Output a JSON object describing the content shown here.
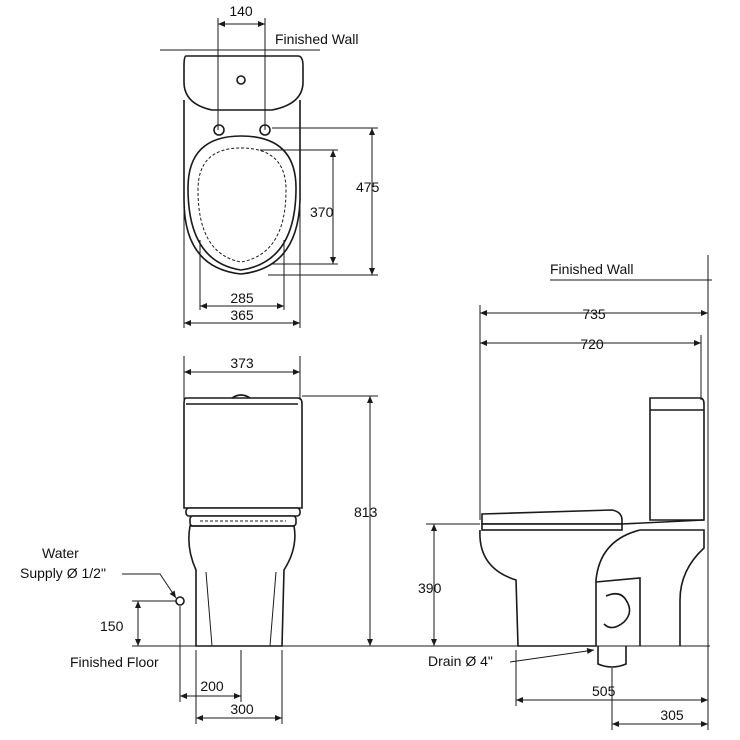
{
  "labels": {
    "finished_wall_top": "Finished Wall",
    "finished_wall_side": "Finished Wall",
    "water_supply_line1": "Water",
    "water_supply_line2": "Supply Ø 1/2\"",
    "finished_floor": "Finished Floor",
    "drain": "Drain Ø 4\""
  },
  "dimensions": {
    "top_hole_spacing": "140",
    "top_depth": "475",
    "top_seat_length": "370",
    "top_seat_width": "285",
    "top_overall_width": "365",
    "front_tank_width": "373",
    "front_height": "813",
    "front_supply_height": "150",
    "front_supply_offset": "200",
    "front_base_width": "300",
    "side_overall_depth": "735",
    "side_depth": "720",
    "side_seat_height": "390",
    "side_drain_to_front": "505",
    "side_drain_to_wall": "305"
  }
}
